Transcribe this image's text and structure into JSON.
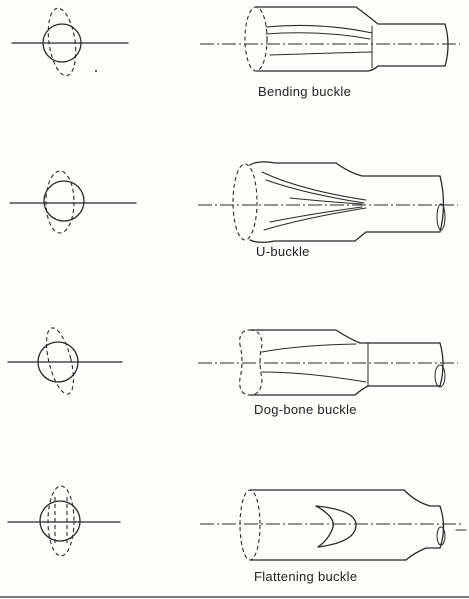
{
  "diagram": {
    "line_color": "#2a2a2a",
    "rows": [
      {
        "id": "bending",
        "caption": "Bending buckle"
      },
      {
        "id": "u",
        "caption": "U-buckle"
      },
      {
        "id": "dogbone",
        "caption": "Dog-bone buckle"
      },
      {
        "id": "flattening",
        "caption": "Flattening buckle"
      }
    ]
  }
}
